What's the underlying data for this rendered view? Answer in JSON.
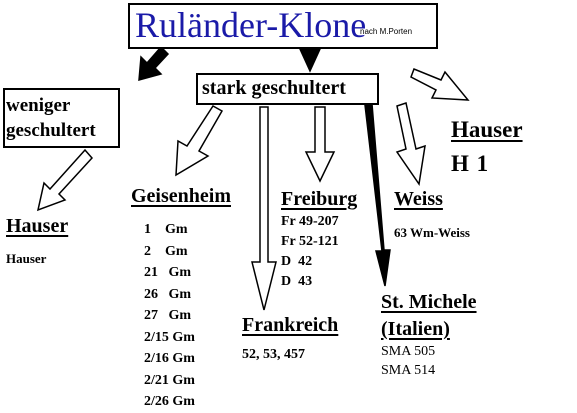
{
  "title": {
    "main": "Ruländer-Klone",
    "sub": "nach M.Porten"
  },
  "stark": {
    "label": "stark geschultert"
  },
  "weniger": {
    "line1": "weniger",
    "line2": "geschultert"
  },
  "hauser_left": {
    "heading": "Hauser",
    "text": "Hauser"
  },
  "geisenheim": {
    "heading": "Geisenheim",
    "items": [
      "1    Gm",
      "2    Gm",
      "21   Gm",
      "26   Gm",
      "27   Gm",
      "2/15 Gm",
      "2/16 Gm",
      "2/21 Gm",
      "2/26 Gm"
    ]
  },
  "freiburg": {
    "heading": "Freiburg",
    "items": [
      "Fr 49-207",
      "Fr 52-121",
      "D  42",
      "D  43"
    ]
  },
  "frankreich": {
    "heading": "Frankreich",
    "text": "52, 53, 457"
  },
  "weiss": {
    "heading": "Weiss",
    "text": "63 Wm-Weiss"
  },
  "hauser_h1": {
    "heading": "Hauser",
    "text": "H 1"
  },
  "st_michele": {
    "line1": "St. Michele",
    "line2": "(Italien)",
    "items": [
      "SMA 505",
      "SMA 514"
    ]
  },
  "colors": {
    "title_text": "#1a1aa8",
    "line": "#000000",
    "background": "#ffffff"
  }
}
